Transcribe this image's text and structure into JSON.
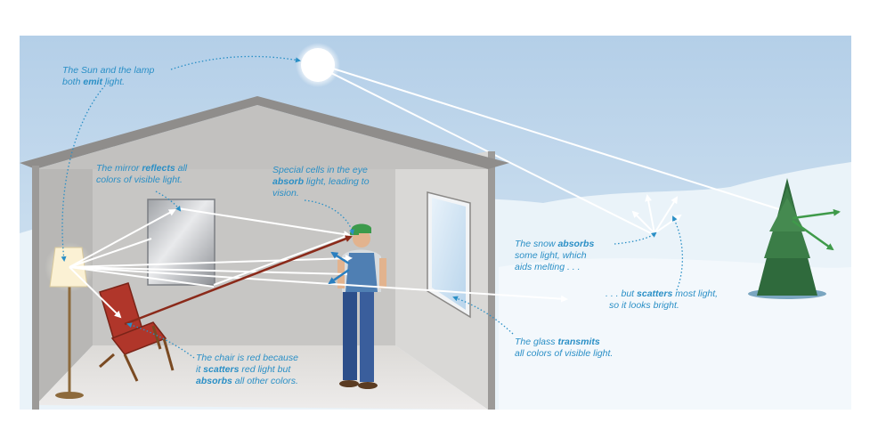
{
  "annotations": {
    "emit": {
      "line1": "The Sun and the lamp",
      "line2_pre": "both ",
      "line2_bold": "emit",
      "line2_post": " light."
    },
    "mirror": {
      "line1_pre": "The mirror ",
      "line1_bold": "reflects",
      "line1_post": " all",
      "line2": "colors of visible light."
    },
    "eye": {
      "line1": "Special cells in the eye",
      "line2_bold": "absorb",
      "line2_post": " light, leading to",
      "line3": "vision."
    },
    "snow": {
      "line1_pre": "The snow ",
      "line1_bold": "absorbs",
      "line2": "some light, which",
      "line3": "aids melting . . ."
    },
    "scatter": {
      "line1_pre": ". . . but ",
      "line1_bold": "scatters",
      "line1_post": " most light,",
      "line2": "so it looks bright."
    },
    "glass": {
      "line1_pre": "The glass ",
      "line1_bold": "transmits",
      "line2": "all colors of visible light."
    },
    "chair": {
      "line1": "The chair is red because",
      "line2_pre": "it ",
      "line2_bold": "scatters",
      "line2_post": " red light but",
      "line3_bold": "absorbs",
      "line3_post": " all other colors."
    }
  },
  "colors": {
    "sky_top": "#b9d3ea",
    "sky_bottom": "#d9e8f3",
    "snow": "#eaf3f9",
    "house_wall": "#cfcecc",
    "house_trim": "#9a9896",
    "white_ray": "#ffffff",
    "red_ray": "#8b2a1a",
    "blue_arrow": "#2a7fc0",
    "green_arrow": "#3f9a4a",
    "annotation_text": "#2a8fc6",
    "chair_red": "#b0362a",
    "tree_green": "#2f6a3c"
  },
  "icons": {
    "sun": "sun-icon",
    "lamp": "lamp-icon",
    "mirror": "mirror-icon",
    "chair": "chair-icon",
    "person": "person-icon",
    "tree": "tree-icon",
    "window": "window-icon"
  }
}
